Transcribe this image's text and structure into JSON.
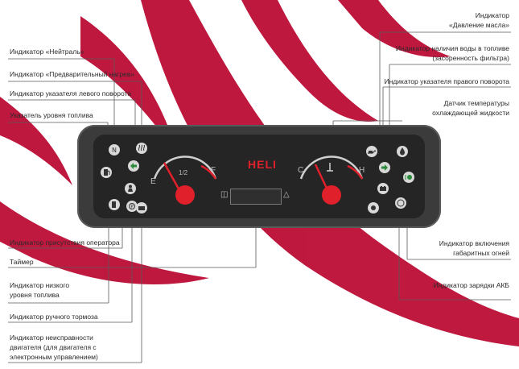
{
  "colors": {
    "panel": "#3b3b3b",
    "accent_red": "#e0202a",
    "watermark": "#b8002a"
  },
  "panel": {
    "brand": "HELI",
    "gauge_left_ticks": [
      "E",
      "1/2",
      "F"
    ],
    "gauge_right_ticks": [
      "C",
      "H"
    ],
    "display_left_symbol": "◫",
    "display_right_symbol": "△"
  },
  "labels_left": {
    "neutral": "Индикатор «Нейтраль»",
    "preheat": "Индикатор «Предварительный нагрев»",
    "left_turn": "Индикатор указателя левого поворота",
    "fuel_level": "Указатель уровня топлива",
    "operator": "Индикатор присутствия оператора",
    "timer": "Таймер",
    "low_fuel_1": "Индикатор низкого",
    "low_fuel_2": "уровня топлива",
    "parking_brake": "Индикатор ручного тормоза",
    "engine_fault_1": "Индикатор неисправности",
    "engine_fault_2": "двигателя (для двигателя с",
    "engine_fault_3": "электронным управлением)"
  },
  "labels_right": {
    "oil_1": "Индикатор",
    "oil_2": "«Давление масла»",
    "water_1": "Индикатор наличия воды в топливе",
    "water_2": "(засоренность фильтра)",
    "right_turn": "Индикатор указателя правого поворота",
    "coolant_1": "Датчик температуры",
    "coolant_2": "охлаждающей жидкости",
    "clearance_1": "Индикатор включения",
    "clearance_2": "габаритных огней",
    "battery": "Индикатор зарядки АКБ"
  }
}
